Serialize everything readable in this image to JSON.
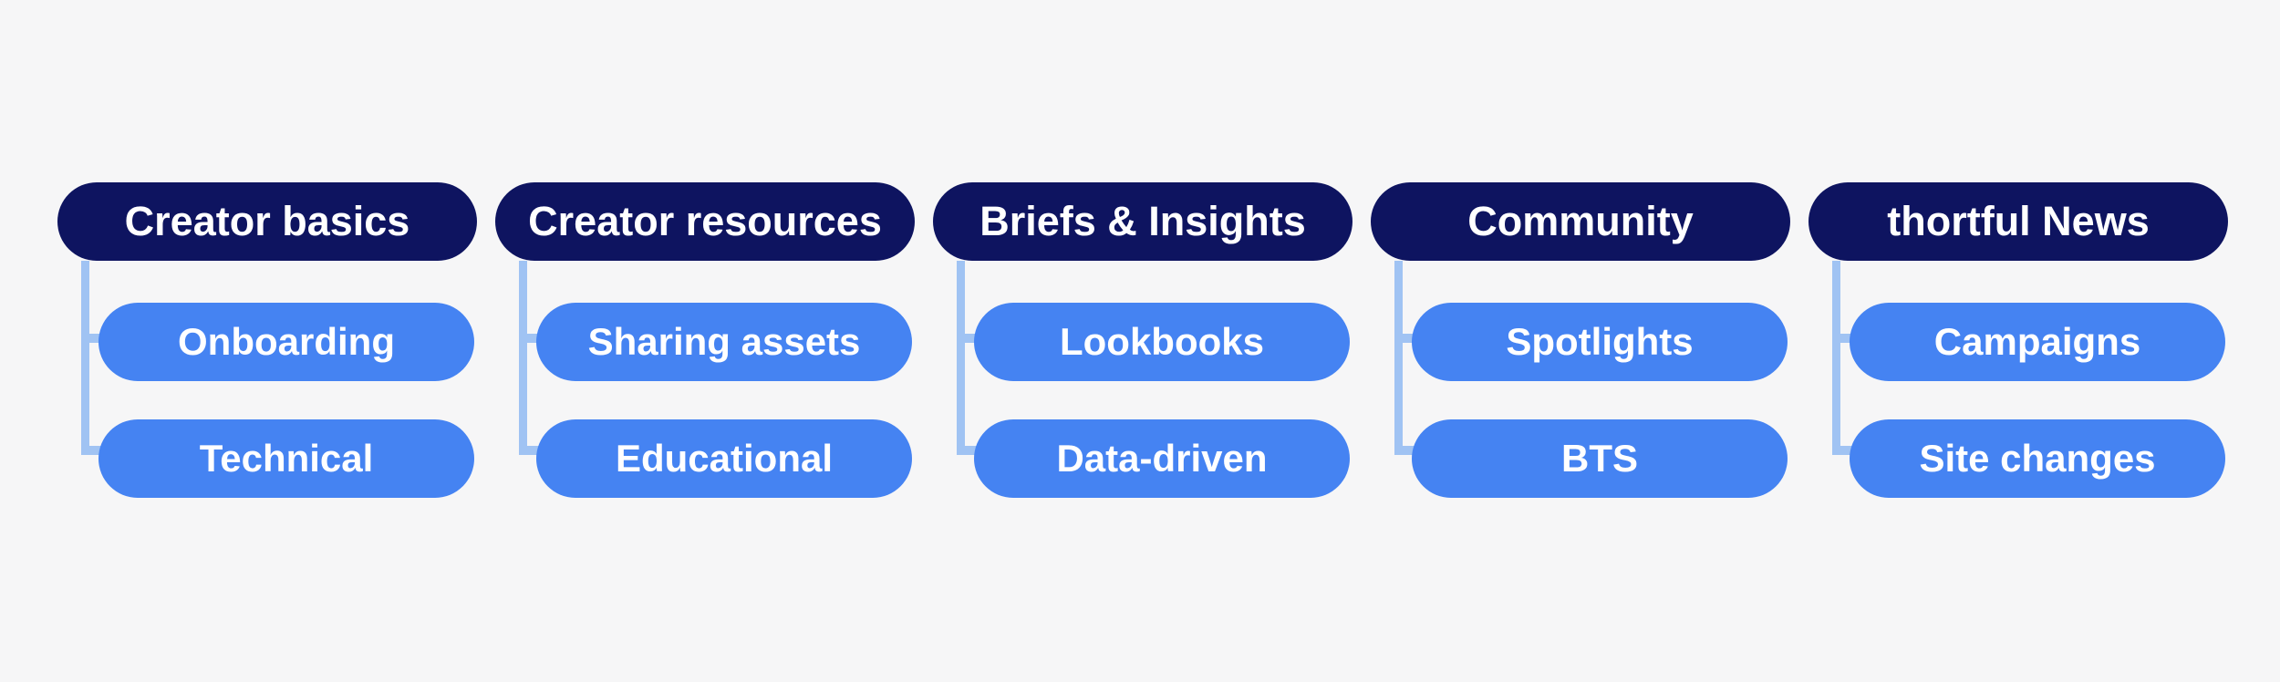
{
  "palette": {
    "background": "#f6f6f7",
    "header_bg": "#0e1460",
    "child_bg": "#4583f2",
    "connector": "#a0c3f3",
    "text": "#ffffff"
  },
  "diagram": {
    "columns": [
      {
        "header": "Creator basics",
        "children": [
          "Onboarding",
          "Technical"
        ]
      },
      {
        "header": "Creator resources",
        "children": [
          "Sharing assets",
          "Educational"
        ]
      },
      {
        "header": "Briefs & Insights",
        "children": [
          "Lookbooks",
          "Data-driven"
        ]
      },
      {
        "header": "Community",
        "children": [
          "Spotlights",
          "BTS"
        ]
      },
      {
        "header": "thortful News",
        "children": [
          "Campaigns",
          "Site changes"
        ]
      }
    ]
  }
}
